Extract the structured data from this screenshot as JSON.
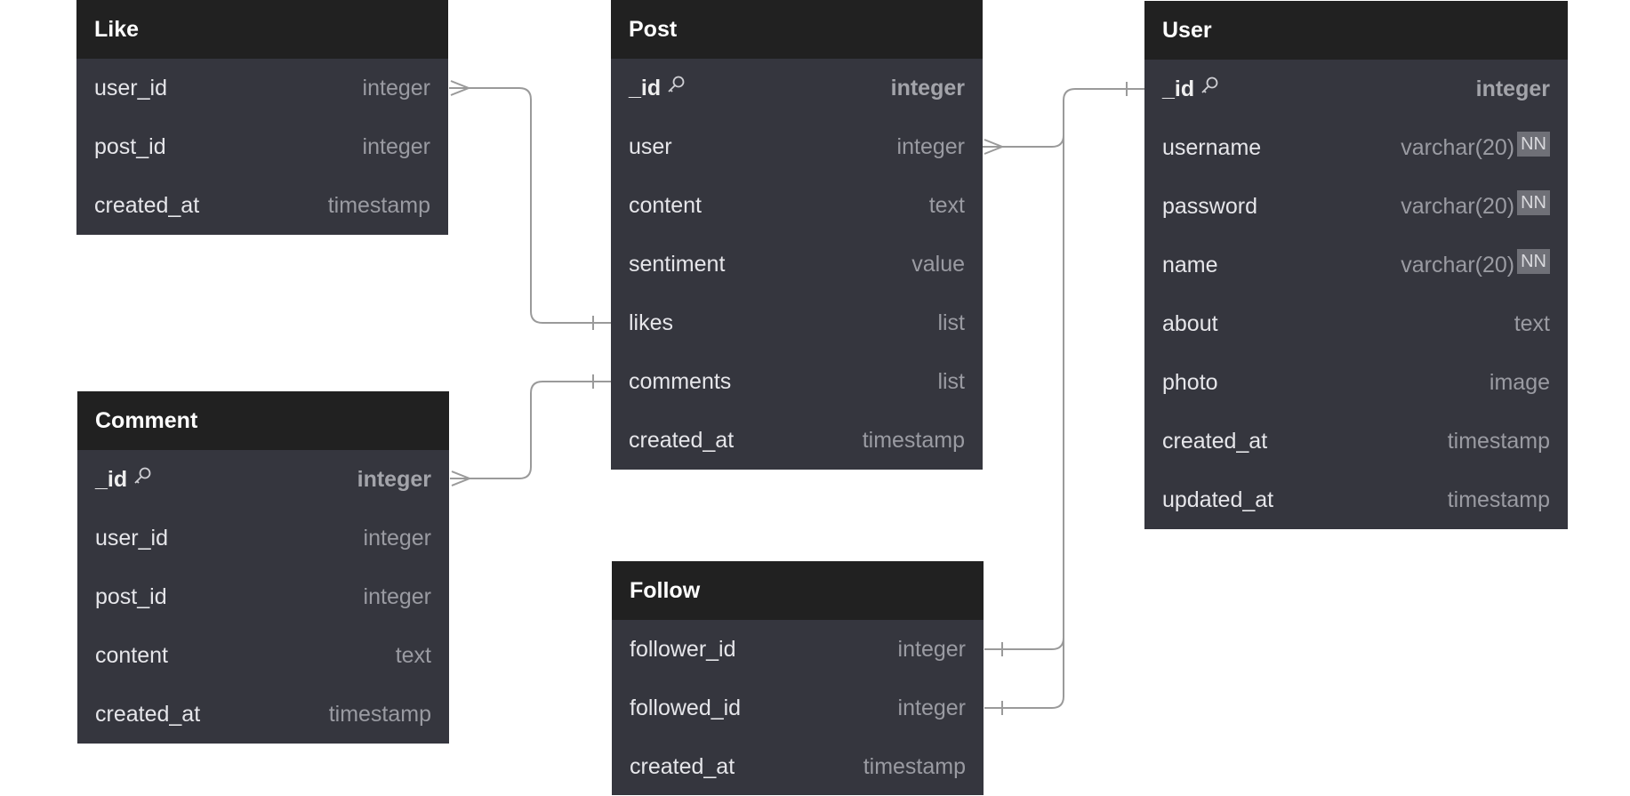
{
  "tables": {
    "like": {
      "title": "Like",
      "rows": [
        {
          "name": "user_id",
          "type": "integer"
        },
        {
          "name": "post_id",
          "type": "integer"
        },
        {
          "name": "created_at",
          "type": "timestamp"
        }
      ]
    },
    "post": {
      "title": "Post",
      "rows": [
        {
          "name": "_id",
          "type": "integer"
        },
        {
          "name": "user",
          "type": "integer"
        },
        {
          "name": "content",
          "type": "text"
        },
        {
          "name": "sentiment",
          "type": "value"
        },
        {
          "name": "likes",
          "type": "list"
        },
        {
          "name": "comments",
          "type": "list"
        },
        {
          "name": "created_at",
          "type": "timestamp"
        }
      ]
    },
    "user": {
      "title": "User",
      "rows": [
        {
          "name": "_id",
          "type": "integer"
        },
        {
          "name": "username",
          "type": "varchar(20)",
          "badge": "NN"
        },
        {
          "name": "password",
          "type": "varchar(20)",
          "badge": "NN"
        },
        {
          "name": "name",
          "type": "varchar(20)",
          "badge": "NN"
        },
        {
          "name": "about",
          "type": "text"
        },
        {
          "name": "photo",
          "type": "image"
        },
        {
          "name": "created_at",
          "type": "timestamp"
        },
        {
          "name": "updated_at",
          "type": "timestamp"
        }
      ]
    },
    "comment": {
      "title": "Comment",
      "rows": [
        {
          "name": "_id",
          "type": "integer"
        },
        {
          "name": "user_id",
          "type": "integer"
        },
        {
          "name": "post_id",
          "type": "integer"
        },
        {
          "name": "content",
          "type": "text"
        },
        {
          "name": "created_at",
          "type": "timestamp"
        }
      ]
    },
    "follow": {
      "title": "Follow",
      "rows": [
        {
          "name": "follower_id",
          "type": "integer"
        },
        {
          "name": "followed_id",
          "type": "integer"
        },
        {
          "name": "created_at",
          "type": "timestamp"
        }
      ]
    }
  },
  "colors": {
    "header": "#212121",
    "body": "#35363e",
    "connector": "#9a9a9a"
  }
}
